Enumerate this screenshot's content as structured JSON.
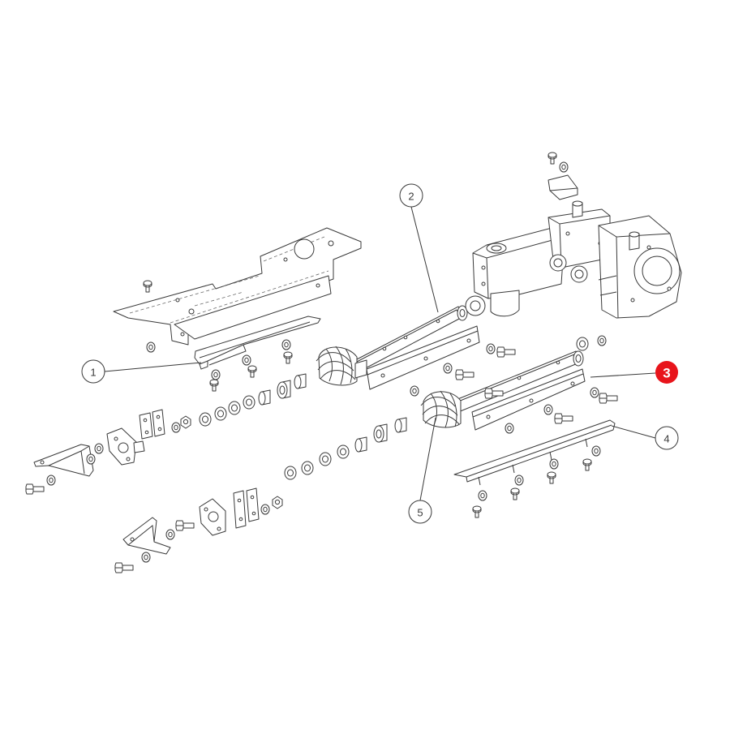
{
  "diagram": {
    "kind": "exploded parts diagram",
    "highlighted_callout": "3",
    "colors": {
      "line": "#3a3a3a",
      "highlight": "#e8141b",
      "background": "#ffffff"
    }
  },
  "callouts": [
    {
      "label": "1"
    },
    {
      "label": "2"
    },
    {
      "label": "3"
    },
    {
      "label": "4"
    },
    {
      "label": "5"
    }
  ]
}
